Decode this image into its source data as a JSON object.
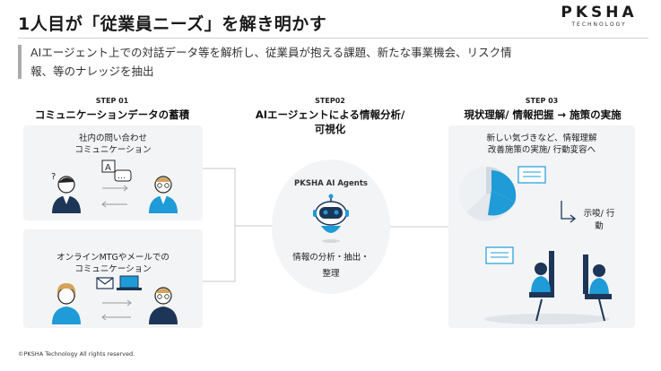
{
  "header": {
    "title": "1人目が「従業員ニーズ」を解き明かす",
    "logo_main": "PKSHA",
    "logo_sub": "TECHNOLOGY"
  },
  "description": {
    "line1": "AIエージェント上での対話データ等を解析し、従業員が抱える課題、新たな事業機会、リスク情",
    "line2": "報、等のナレッジを抽出"
  },
  "steps": [
    {
      "label": "STEP 01",
      "title": "コミュニケーションデータの蓄積",
      "panels": [
        {
          "line1": "社内の問い合わせ",
          "line2": "コミュニケーション"
        },
        {
          "line1": "オンラインMTGやメールでの",
          "line2": "コミュニケーション"
        }
      ]
    },
    {
      "label": "STEP02",
      "title_line1": "AIエージェントによる情報分析/",
      "title_line2": "可視化",
      "hub_title": "PKSHA AI Agents",
      "hub_text_line1": "情報の分析・抽出・",
      "hub_text_line2": "整理"
    },
    {
      "label": "STEP 03",
      "title": "現状理解/ 情報把握 → 施策の実施",
      "panel_line1": "新しい気づきなど、情報理解",
      "panel_line2": "改善施策の実施/ 行動変容へ",
      "action_line1": "示唆/ 行",
      "action_line2": "動"
    }
  ],
  "icons": {
    "question": "?",
    "chat_letter": "A",
    "chat_dots": "…"
  },
  "colors": {
    "accent_blue": "#1f9bd7",
    "dark_navy": "#1d3557",
    "panel_gray": "#f3f4f5",
    "line_gray": "#c8c8c8"
  },
  "footer": {
    "copyright": "©PKSHA Technology All rights reserved."
  }
}
